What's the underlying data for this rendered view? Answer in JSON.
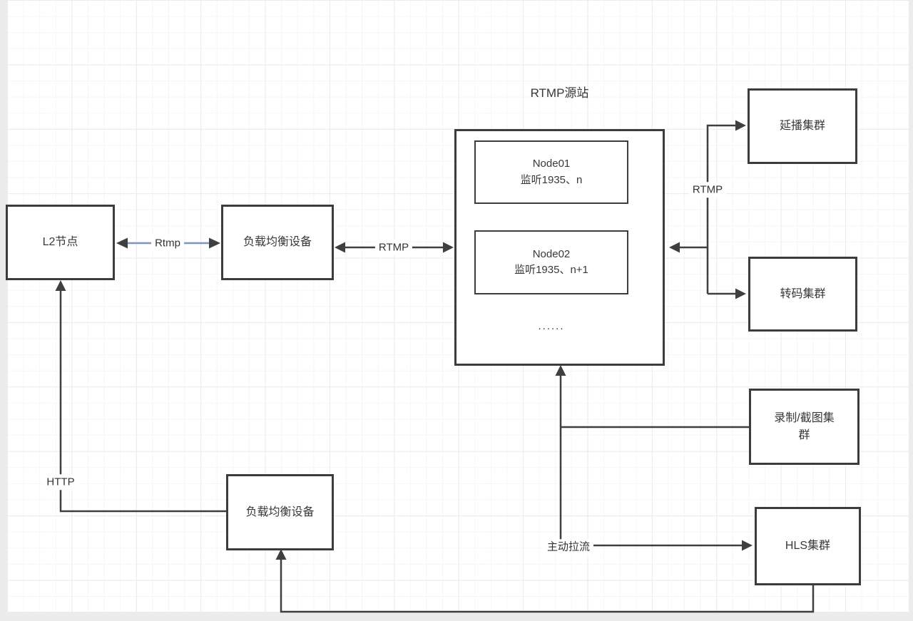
{
  "diagram": {
    "title": "RTMP源站",
    "origin_group": {
      "nodes": [
        {
          "line1": "Node01",
          "line2": "监听1935、n"
        },
        {
          "line1": "Node02",
          "line2": "监听1935、n+1"
        }
      ],
      "ellipsis": "......"
    },
    "boxes": {
      "l2": "L2节点",
      "lb_top": "负载均衡设备",
      "lb_bottom": "负载均衡设备",
      "replay_cluster": "延播集群",
      "transcode_cluster": "转码集群",
      "record_cluster": "录制/截图集群",
      "hls_cluster": "HLS集群"
    },
    "edge_labels": {
      "l2_lb": "Rtmp",
      "lb_origin": "RTMP",
      "origin_clusters": "RTMP",
      "http": "HTTP",
      "active_pull": "主动拉流"
    },
    "colors": {
      "line": "#3f3f3f",
      "box_border": "#3c3c3c",
      "accent_line": "#8095c0",
      "canvas_bg": "#ffffff",
      "outer_bg": "#ececec"
    }
  }
}
